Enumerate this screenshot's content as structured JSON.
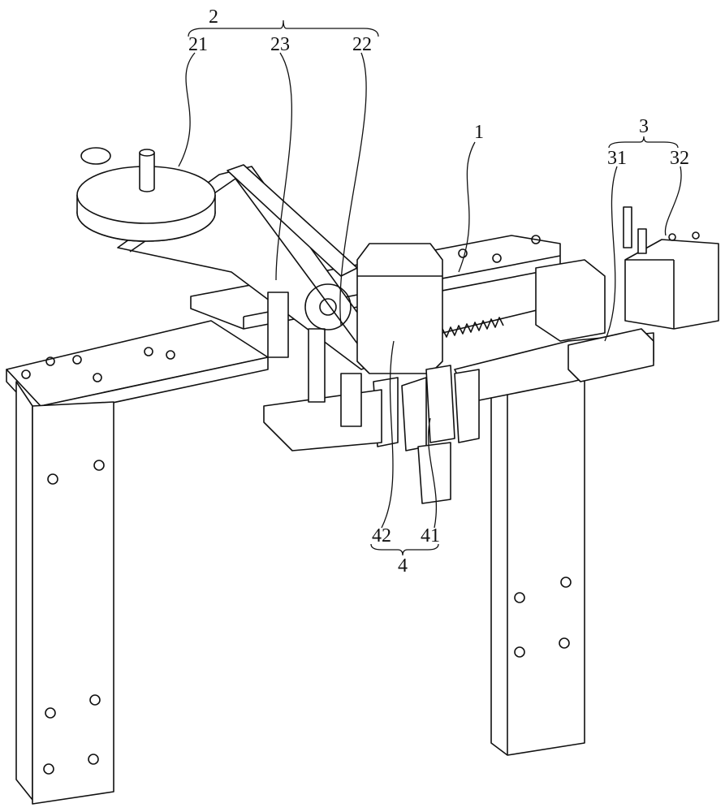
{
  "figure": {
    "labels": {
      "assembly_2": "2",
      "part_21": "21",
      "part_23": "23",
      "part_22": "22",
      "part_1": "1",
      "assembly_3": "3",
      "part_31": "31",
      "part_32": "32",
      "part_42": "42",
      "part_41": "41",
      "assembly_4": "4"
    }
  }
}
